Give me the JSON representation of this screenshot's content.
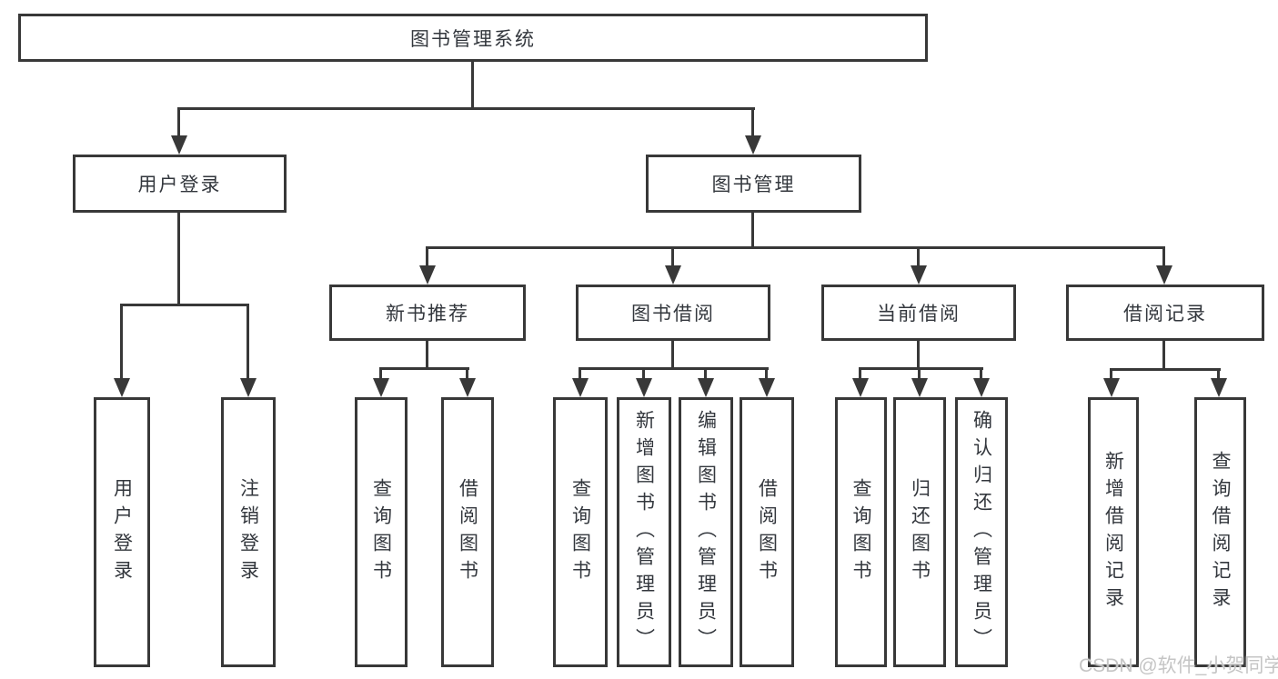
{
  "tree": {
    "root": {
      "label": "图书管理系统"
    },
    "branches": [
      {
        "label": "用户登录",
        "children": [
          {
            "label": "用户登录"
          },
          {
            "label": "注销登录"
          }
        ]
      },
      {
        "label": "图书管理",
        "children": [
          {
            "label": "新书推荐",
            "children": [
              {
                "label": "查询图书"
              },
              {
                "label": "借阅图书"
              }
            ]
          },
          {
            "label": "图书借阅",
            "children": [
              {
                "label": "查询图书"
              },
              {
                "label": "新增图书（管理员）"
              },
              {
                "label": "编辑图书（管理员）"
              },
              {
                "label": "借阅图书"
              }
            ]
          },
          {
            "label": "当前借阅",
            "children": [
              {
                "label": "查询图书"
              },
              {
                "label": "归还图书"
              },
              {
                "label": "确认归还（管理员）"
              }
            ]
          },
          {
            "label": "借阅记录",
            "children": [
              {
                "label": "新增借阅记录"
              },
              {
                "label": "查询借阅记录"
              }
            ]
          }
        ]
      }
    ]
  },
  "watermark": {
    "text": "CSDN @软件_小贺同学",
    "color": "#c5c5c5"
  },
  "colors": {
    "background": "#ffffff",
    "line": "#383838",
    "text": "#33373d"
  }
}
